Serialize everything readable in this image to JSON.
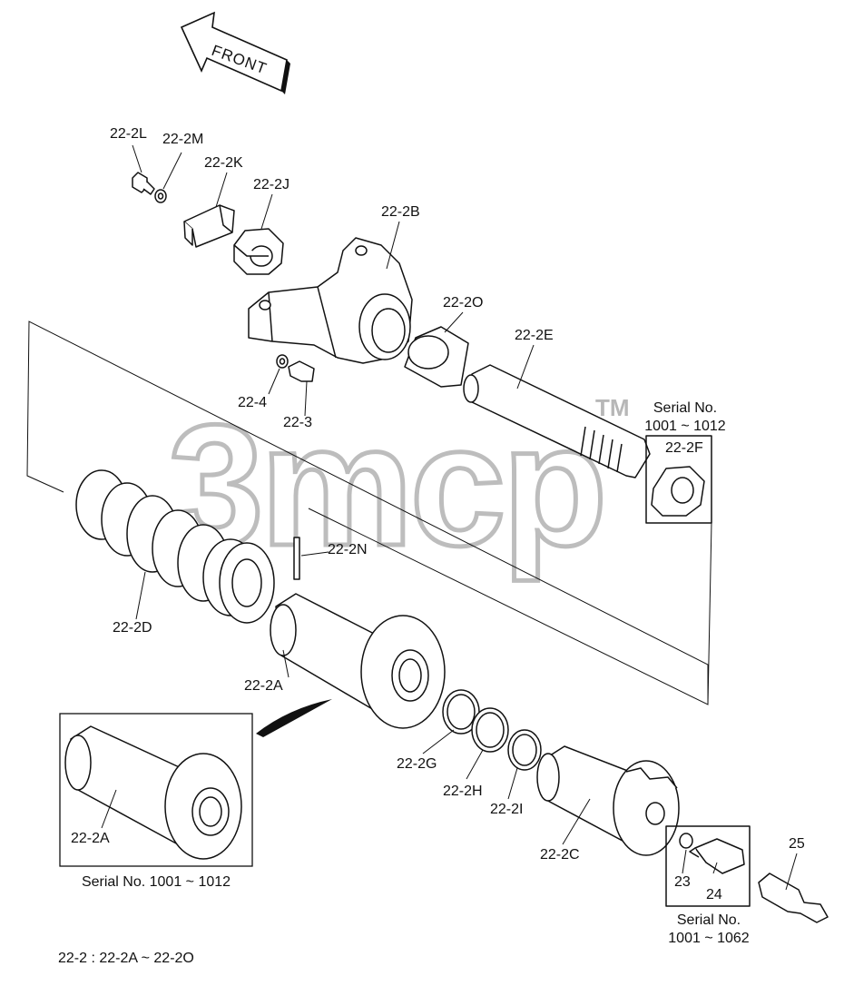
{
  "direction_arrow": {
    "text": "FRONT"
  },
  "watermark": {
    "text": "3mcp",
    "tm": "TM"
  },
  "labels": {
    "l_22_2L": "22-2L",
    "l_22_2M": "22-2M",
    "l_22_2K": "22-2K",
    "l_22_2J": "22-2J",
    "l_22_2B": "22-2B",
    "l_22_2O": "22-2O",
    "l_22_2E": "22-2E",
    "l_22_4": "22-4",
    "l_22_3": "22-3",
    "l_22_2F": "22-2F",
    "l_22_2N": "22-2N",
    "l_22_2D": "22-2D",
    "l_22_2A": "22-2A",
    "l_22_2A_inset": "22-2A",
    "l_22_2G": "22-2G",
    "l_22_2H": "22-2H",
    "l_22_2I": "22-2I",
    "l_22_2C": "22-2C",
    "l_23": "23",
    "l_24": "24",
    "l_25": "25"
  },
  "notes": {
    "serial_top_line1": "Serial No.",
    "serial_top_line2": "1001 ~ 1012",
    "serial_inset": "Serial No. 1001 ~ 1012",
    "serial_bottom_line1": "Serial No.",
    "serial_bottom_line2": "1001 ~ 1062",
    "assembly_note": "22-2 : 22-2A ~ 22-2O"
  },
  "colors": {
    "line": "#111111",
    "watermark": "#bdbdbd",
    "background": "#ffffff"
  }
}
